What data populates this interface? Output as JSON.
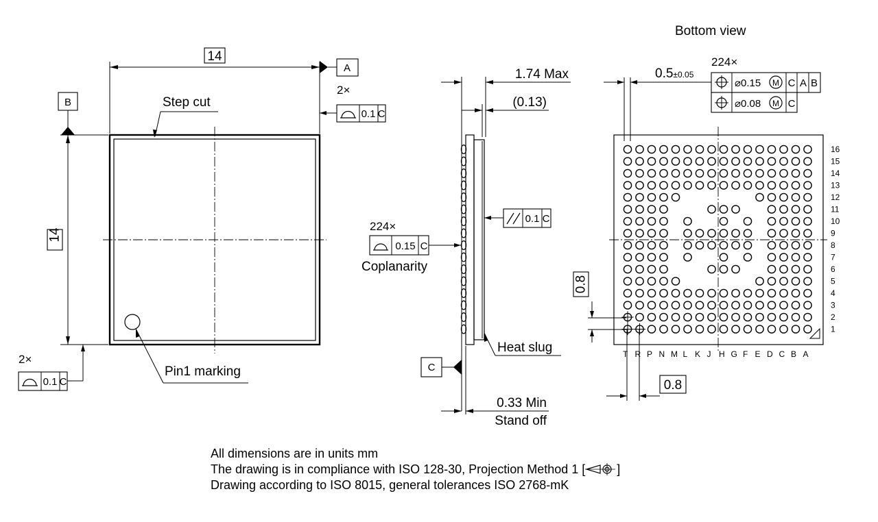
{
  "views": {
    "top": {
      "width_dim": "14",
      "height_dim": "14",
      "datum_a": "A",
      "datum_b": "B",
      "flatness_count_top": "2×",
      "flatness_count_bottom": "2×",
      "flatness_value": "0.1",
      "flatness_datum": "C",
      "step_cut_label": "Step cut",
      "pin1_label": "Pin1 marking"
    },
    "side": {
      "max_height": "1.74 Max",
      "heat_slug_thickness": "(0.13)",
      "parallelism_value": "0.1",
      "parallelism_datum": "C",
      "coplanarity_count": "224×",
      "coplanarity_value": "0.15",
      "coplanarity_datum": "C",
      "coplanarity_label": "Coplanarity",
      "datum_c": "C",
      "heat_slug_label": "Heat slug",
      "standoff_value": "0.33 Min",
      "standoff_label": "Stand off"
    },
    "bottom": {
      "title": "Bottom view",
      "ball_count": "224×",
      "ball_diameter_nominal": "0.5",
      "ball_diameter_tolerance": "±0.05",
      "position_tol_1": "⌀0.15",
      "position_tol_1_datums": [
        "C",
        "A",
        "B"
      ],
      "position_tol_2": "⌀0.08",
      "position_tol_2_datums": [
        "C"
      ],
      "pitch_vertical": "0.8",
      "pitch_horizontal": "0.8",
      "row_labels": [
        "16",
        "15",
        "14",
        "13",
        "12",
        "11",
        "10",
        "9",
        "8",
        "7",
        "6",
        "5",
        "4",
        "3",
        "2",
        "1"
      ],
      "column_labels": [
        "T",
        "R",
        "P",
        "N",
        "M",
        "L",
        "K",
        "J",
        "H",
        "G",
        "F",
        "E",
        "D",
        "C",
        "B",
        "A"
      ],
      "ball_map": [
        "1111111111111111",
        "1111111111111111",
        "1111111111111111",
        "1111111111111111",
        "1111100000011111",
        "1111000111001111",
        "1111010010101111",
        "1111011111101111",
        "1111011111101111",
        "1111010010101111",
        "1111000111001111",
        "1111100000011111",
        "1111111111111111",
        "1111111111111111",
        "1111111111111111",
        "1111111111111111"
      ]
    }
  },
  "notes": [
    "All dimensions are in units mm",
    "The drawing is in compliance with ISO 128-30, Projection Method 1 [",
    "]",
    "Drawing according to ISO 8015, general tolerances ISO 2768-mK"
  ]
}
